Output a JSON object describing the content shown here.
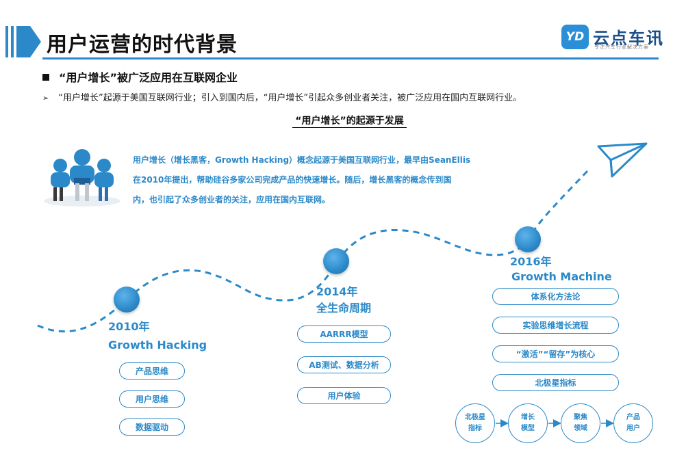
{
  "header": {
    "title": "用户运营的时代背景",
    "logo": {
      "mark": "YD",
      "name": "云点车讯",
      "tagline": "专注汽车行业解决方案"
    }
  },
  "section_heading": "“用户增长”被广泛应用在互联网企业",
  "bullet_text": "“用户增长”起源于美国互联网行业；引入到国内后，“用户增长”引起众多创业者关注，被广泛应用在国内互联网行业。",
  "subheading": "“用户增长”的起源于发展",
  "description": [
    "用户增长（增长黑客，Growth  Hacking）概念起源于美国互联网行业，最早由SeanEllis",
    "在2010年提出，帮助硅谷多家公司完成产品的快速增长。随后，增长黑客的概念传到国",
    "内，也引起了众多创业者的关注，应用在国内互联网。"
  ],
  "timeline": [
    {
      "year": "2010年",
      "name": "Growth Hacking",
      "items": [
        "产品思维",
        "用户思维",
        "数据驱动"
      ]
    },
    {
      "year": "2014年",
      "name": "全生命周期",
      "items": [
        "AARRR模型",
        "AB测试、数据分析",
        "用户体验"
      ]
    },
    {
      "year": "2016年",
      "name": "Growth Machine",
      "items": [
        "体系化方法论",
        "实验思维增长流程",
        "“激活”“留存”为核心",
        "北极星指标"
      ]
    }
  ],
  "flow": [
    {
      "line1": "北极星",
      "line2": "指标"
    },
    {
      "line1": "增长",
      "line2": "模型"
    },
    {
      "line1": "聚焦",
      "line2": "领域"
    },
    {
      "line1": "产品",
      "line2": "用户"
    }
  ],
  "colors": {
    "accent": "#2b89c9",
    "text": "#111111"
  },
  "icons": [
    "title-chevron-icon",
    "people-icon",
    "paper-plane-icon",
    "bullet-arrow-icon"
  ]
}
